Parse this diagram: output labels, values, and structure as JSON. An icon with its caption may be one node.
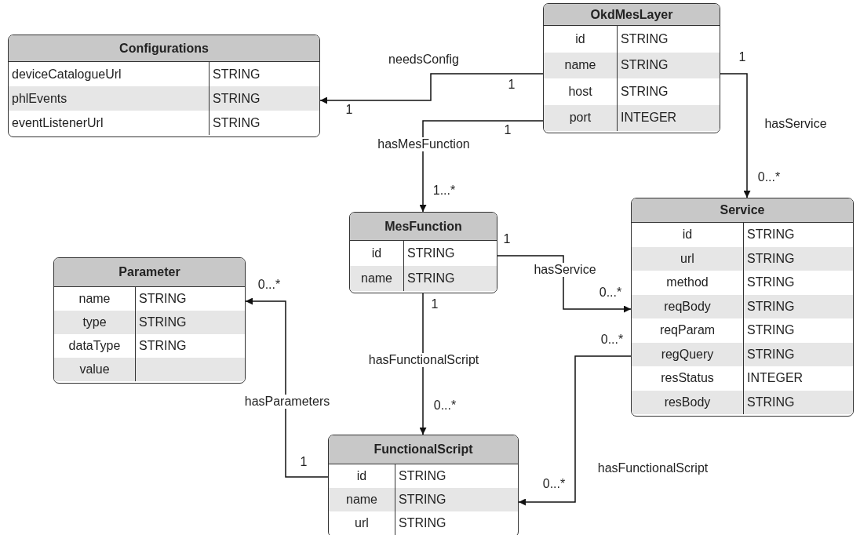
{
  "diagram": {
    "nodes": [
      {
        "text": [
          "Configurations",
          "deviceCatalogueUrl",
          "STRING",
          "phlEvents",
          "STRING",
          "eventListenerUrl",
          "STRING"
        ]
      },
      {
        "text": [
          "OkdMesLayer",
          "id",
          "STRING",
          "name",
          "STRING",
          "host",
          "STRING",
          "port",
          "INTEGER"
        ]
      },
      {
        "text": [
          "MesFunction",
          "id",
          "STRING",
          "name",
          "STRING"
        ]
      },
      {
        "text": [
          "Service",
          "id",
          "STRING",
          "url",
          "STRING",
          "method",
          "STRING",
          "reqBody",
          "STRING",
          "reqParam",
          "STRING",
          "regQuery",
          "STRING",
          "resStatus",
          "INTEGER",
          "resBody",
          "STRING"
        ]
      },
      {
        "text": [
          "Parameter",
          "name",
          "STRING",
          "type",
          "STRING",
          "dataType",
          "STRING",
          "value"
        ]
      },
      {
        "text": [
          "FunctionalScript",
          "id",
          "STRING",
          "name",
          "STRING",
          "url",
          "STRING"
        ]
      }
    ],
    "edges": [
      {
        "from": 1,
        "to": 0,
        "arrow": "to",
        "label": "needsConfig"
      },
      {
        "from": 1,
        "to": 2,
        "arrow": "to",
        "label": "hasMesFunction"
      },
      {
        "from": 1,
        "to": 3,
        "arrow": "to",
        "label": "hasService"
      },
      {
        "from": 2,
        "to": 3,
        "arrow": "to",
        "label": "hasService"
      },
      {
        "from": 2,
        "to": 5,
        "arrow": "to",
        "label": "hasFunctionalScript"
      },
      {
        "from": 3,
        "to": 5,
        "arrow": "to",
        "label": "hasFunctionalScript"
      },
      {
        "from": 5,
        "to": 4,
        "arrow": "to",
        "label": "hasParameters"
      }
    ],
    "labels": [
      "1",
      "1",
      "1",
      "1",
      "1...*",
      "0...*",
      "1",
      "0...*",
      "0...*",
      "1",
      "0...*",
      "0...*",
      "1",
      "0...*"
    ]
  }
}
